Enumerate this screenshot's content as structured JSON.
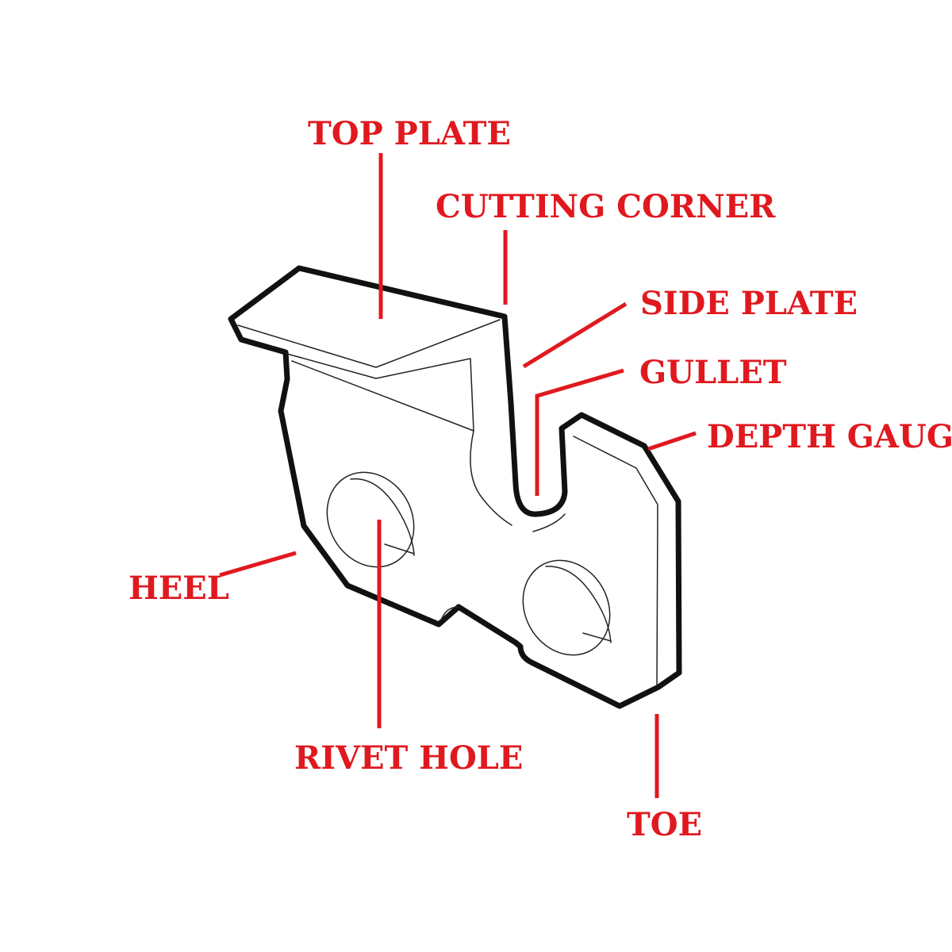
{
  "diagram": {
    "colors": {
      "label": "#e0191f",
      "leader": "#e0191f",
      "outline": "#111111",
      "background": "#ffffff"
    },
    "labels": {
      "top_plate": "TOP PLATE",
      "cutting_corner": "CUTTING CORNER",
      "side_plate": "SIDE PLATE",
      "gullet": "GULLET",
      "depth_gauge": "DEPTH GAUGE",
      "heel": "HEEL",
      "rivet_hole": "RIVET HOLE",
      "toe": "TOE"
    }
  }
}
